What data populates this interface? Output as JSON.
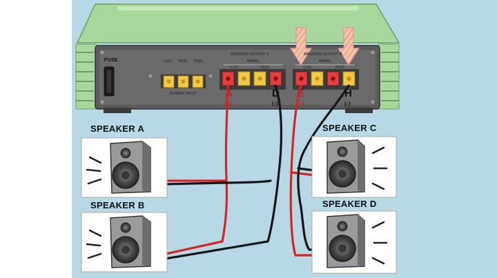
{
  "amplifier": {
    "fuse_label": "FUSE",
    "power_input": {
      "title": "POWER INPUT",
      "terminals": [
        "+12V",
        "REM",
        "GND"
      ]
    },
    "outputs": {
      "group_a_title": "SPEAKER OUTPUT A",
      "group_b_title": "SPEAKER OUTPUT B",
      "mono": "MONO",
      "left": "LCH",
      "right": "RCH"
    }
  },
  "terminals": [
    {
      "letter": "A",
      "polarity": "(+)"
    },
    {
      "letter": "D",
      "polarity": "(-)"
    },
    {
      "letter": "E",
      "polarity": "(+)"
    },
    {
      "letter": "H",
      "polarity": "(-)"
    }
  ],
  "speakers": [
    {
      "name": "SPEAKER A"
    },
    {
      "name": "SPEAKER B"
    },
    {
      "name": "SPEAKER C"
    },
    {
      "name": "SPEAKER D"
    }
  ],
  "colors": {
    "background": "#b9d8e6",
    "amp_green": "#a9d79c",
    "amp_dark": "#5b5b5b",
    "wire_red": "#d22525",
    "wire_black": "#161616",
    "arrow_pink": "#f3a3b4",
    "arrow_stripe": "#e9d18a"
  }
}
